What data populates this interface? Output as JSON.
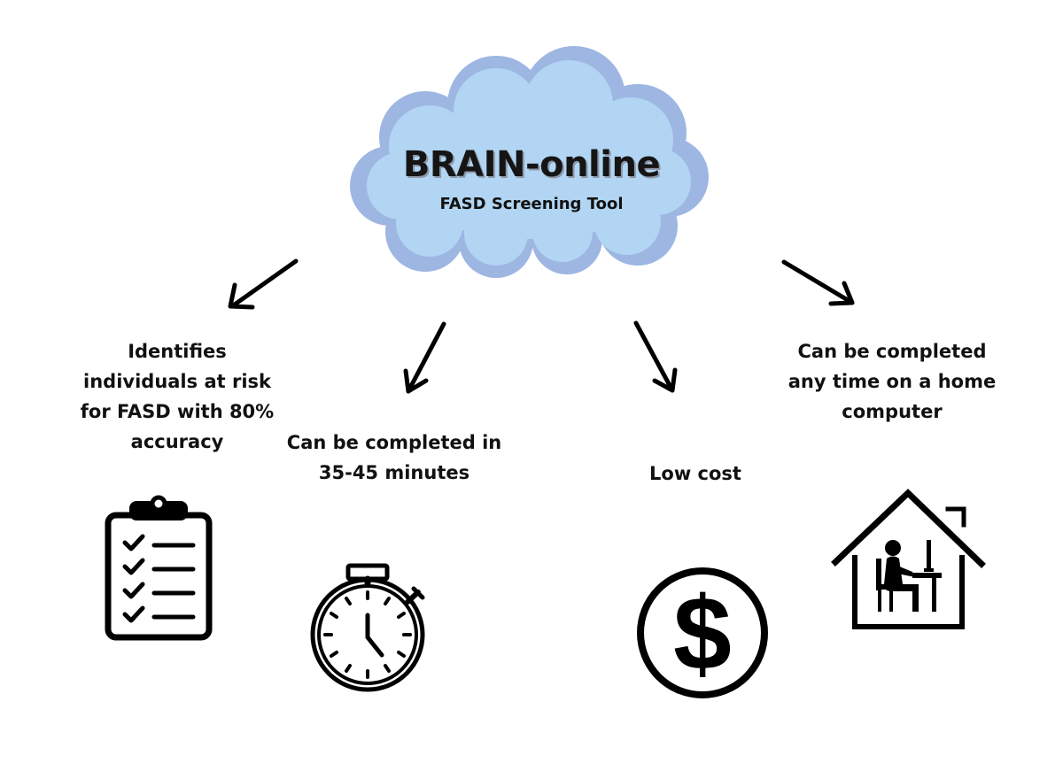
{
  "header": {
    "title": "BRAIN-online",
    "subtitle": "FASD Screening Tool"
  },
  "features": [
    {
      "label": "Identifies individuals at risk for FASD with 80% accuracy",
      "icon": "clipboard-checklist-icon"
    },
    {
      "label": "Can be completed in 35-45 minutes",
      "icon": "stopwatch-icon"
    },
    {
      "label": "Low cost",
      "icon": "dollar-sign-icon"
    },
    {
      "label": "Can be completed any time on a home computer",
      "icon": "home-computer-icon"
    }
  ],
  "colors": {
    "cloud_back": "#9db6e2",
    "cloud_front": "#b1d5f2",
    "text": "#111111",
    "lines": "#000000"
  }
}
